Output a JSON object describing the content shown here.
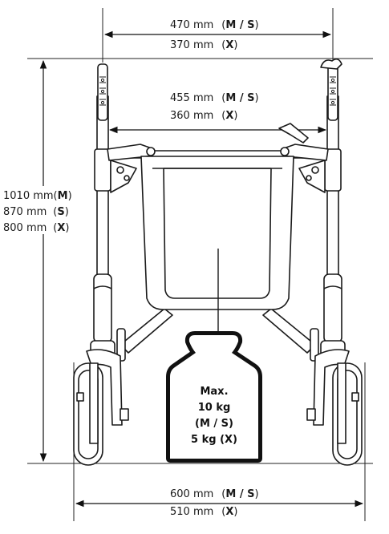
{
  "dimensions": {
    "handle_width": {
      "line1": {
        "value": "470 mm",
        "sizes": "M / S"
      },
      "line2": {
        "value": "370 mm",
        "sizes": "X"
      }
    },
    "inner_width": {
      "line1": {
        "value": "455 mm",
        "sizes": "M / S"
      },
      "line2": {
        "value": "360 mm",
        "sizes": "X"
      }
    },
    "height": {
      "line1": {
        "value": "1010 mm",
        "sizes": "M"
      },
      "line2": {
        "value": "870 mm",
        "sizes": "S"
      },
      "line3": {
        "value": "800 mm",
        "sizes": "X"
      }
    },
    "base_width": {
      "line1": {
        "value": "600 mm",
        "sizes": "M / S"
      },
      "line2": {
        "value": "510 mm",
        "sizes": "X"
      }
    }
  },
  "weight_label": {
    "line1": "Max.",
    "line2": "10 kg",
    "line3": "(M / S)",
    "line4": "5 kg (X)"
  }
}
